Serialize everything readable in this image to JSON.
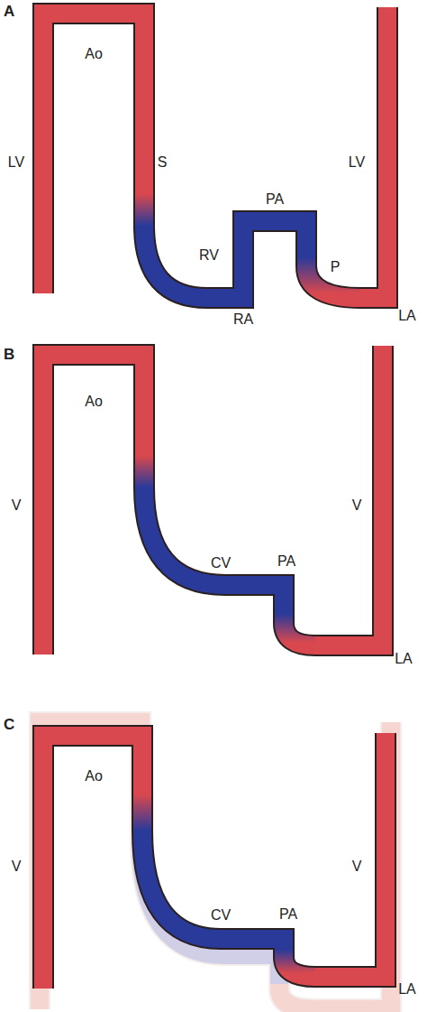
{
  "diagram": {
    "labels": [
      "A",
      "Ao",
      "LV",
      "S",
      "RV",
      "PA",
      "P",
      "RA",
      "LV",
      "LA",
      "B",
      "Ao",
      "V",
      "CV",
      "PA",
      "V",
      "LA",
      "C",
      "Ao",
      "CV",
      "PA",
      "V",
      "V",
      "LA"
    ]
  }
}
